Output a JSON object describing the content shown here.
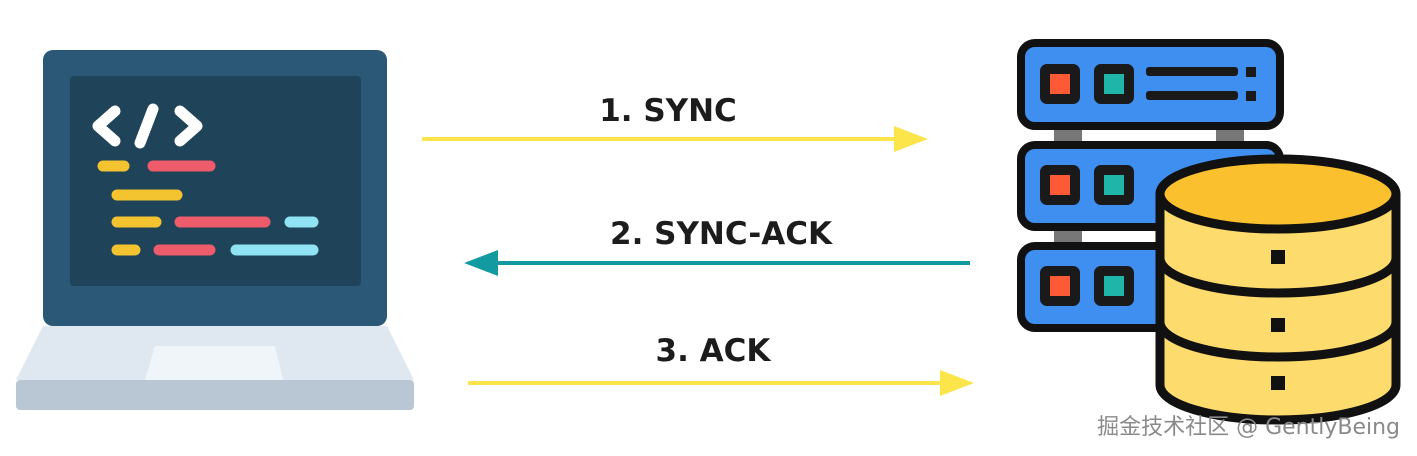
{
  "steps": [
    {
      "label": "1. SYNC"
    },
    {
      "label": "2. SYNC-ACK"
    },
    {
      "label": "3. ACK"
    }
  ],
  "watermark": "掘金技术社区 @ GentlyBeing",
  "icons": {
    "client": "laptop-code-icon",
    "server": "server-database-icon"
  },
  "colors": {
    "syn_arrow": "#fbe54a",
    "synack_arrow": "#129aa1",
    "ack_arrow": "#fbe54a"
  }
}
